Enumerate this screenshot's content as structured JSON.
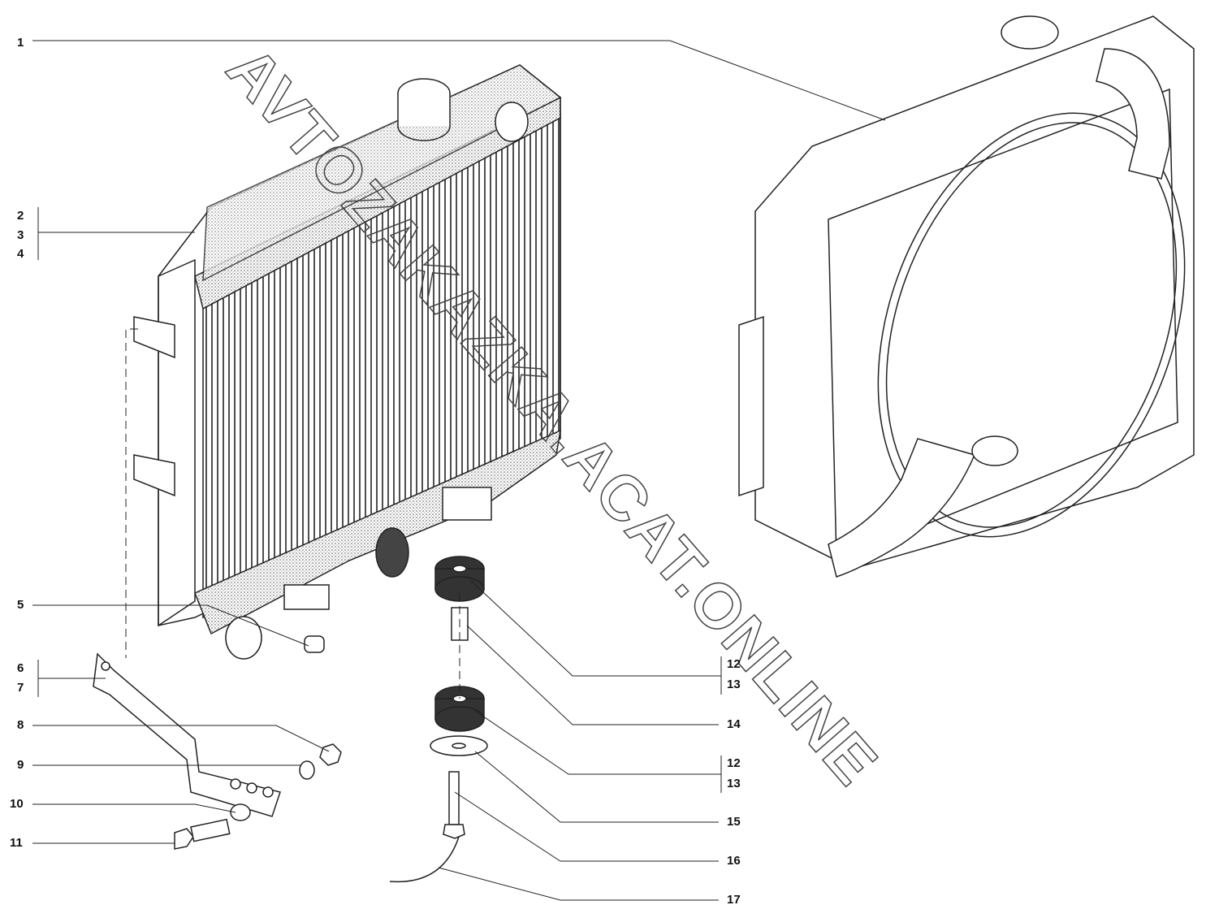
{
  "diagram": {
    "callouts_left": [
      "1",
      "2",
      "3",
      "4",
      "5",
      "6",
      "7",
      "8",
      "9",
      "10",
      "11"
    ],
    "callouts_right": [
      "12",
      "13",
      "14",
      "12",
      "13",
      "15",
      "16",
      "17"
    ],
    "watermark": "AVTOZAKAZKA.ACAT.ONLINE"
  },
  "colors": {
    "line": "#222222",
    "background": "#ffffff"
  }
}
